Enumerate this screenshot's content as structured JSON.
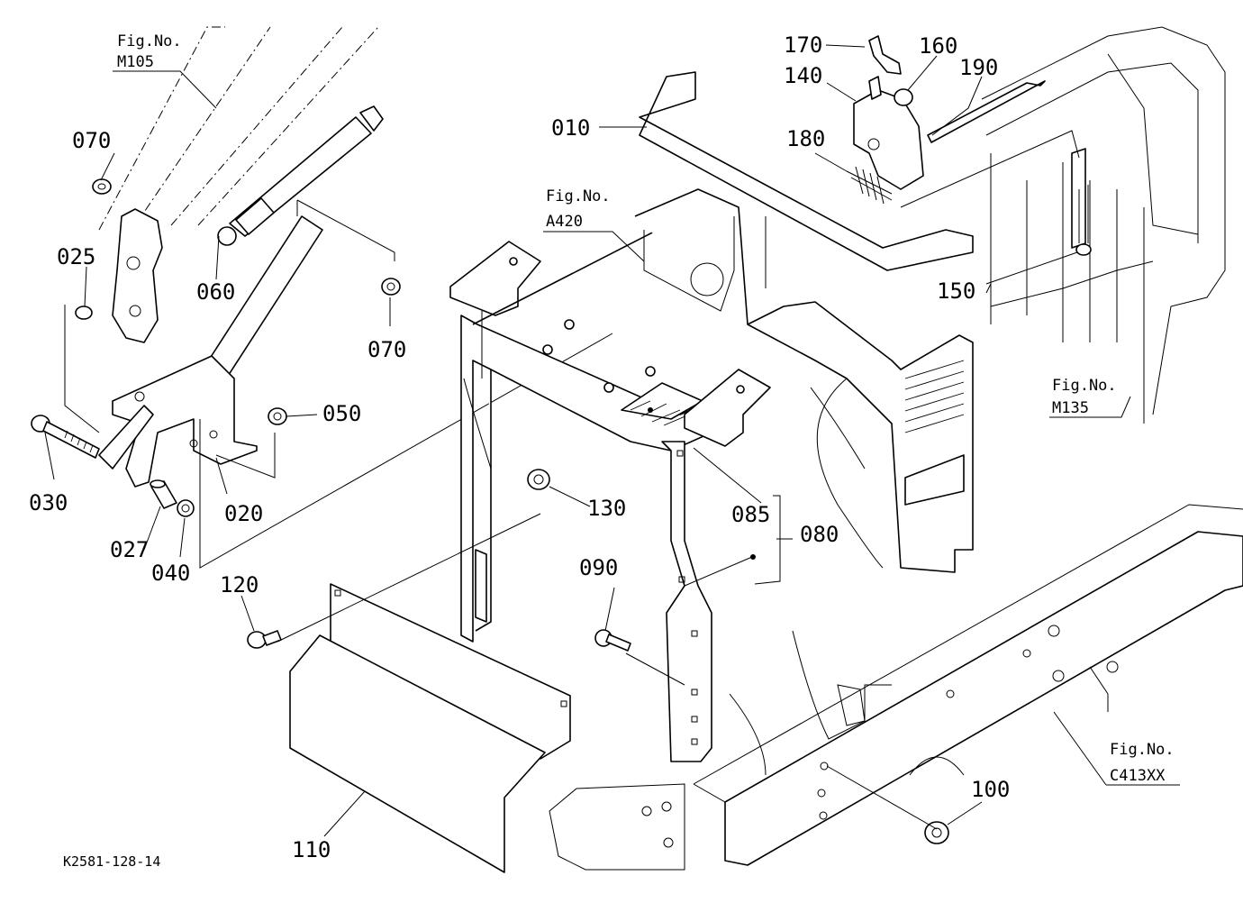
{
  "diagram_code": "K2581-128-14",
  "parts": [
    {
      "id": "p010",
      "label": "010"
    },
    {
      "id": "p020",
      "label": "020"
    },
    {
      "id": "p025",
      "label": "025"
    },
    {
      "id": "p027",
      "label": "027"
    },
    {
      "id": "p030",
      "label": "030"
    },
    {
      "id": "p040",
      "label": "040"
    },
    {
      "id": "p050",
      "label": "050"
    },
    {
      "id": "p060",
      "label": "060"
    },
    {
      "id": "p070a",
      "label": "070"
    },
    {
      "id": "p070b",
      "label": "070"
    },
    {
      "id": "p080",
      "label": "080"
    },
    {
      "id": "p085",
      "label": "085"
    },
    {
      "id": "p090",
      "label": "090"
    },
    {
      "id": "p100",
      "label": "100"
    },
    {
      "id": "p110",
      "label": "110"
    },
    {
      "id": "p120",
      "label": "120"
    },
    {
      "id": "p130",
      "label": "130"
    },
    {
      "id": "p140",
      "label": "140"
    },
    {
      "id": "p150",
      "label": "150"
    },
    {
      "id": "p160",
      "label": "160"
    },
    {
      "id": "p170",
      "label": "170"
    },
    {
      "id": "p180",
      "label": "180"
    },
    {
      "id": "p190",
      "label": "190"
    }
  ],
  "figure_refs": [
    {
      "id": "m105",
      "title": "Fig.No.",
      "number": "M105"
    },
    {
      "id": "a420",
      "title": "Fig.No.",
      "number": "A420"
    },
    {
      "id": "m135",
      "title": "Fig.No.",
      "number": "M135"
    },
    {
      "id": "c413",
      "title": "Fig.No.",
      "number": "C413XX"
    }
  ]
}
